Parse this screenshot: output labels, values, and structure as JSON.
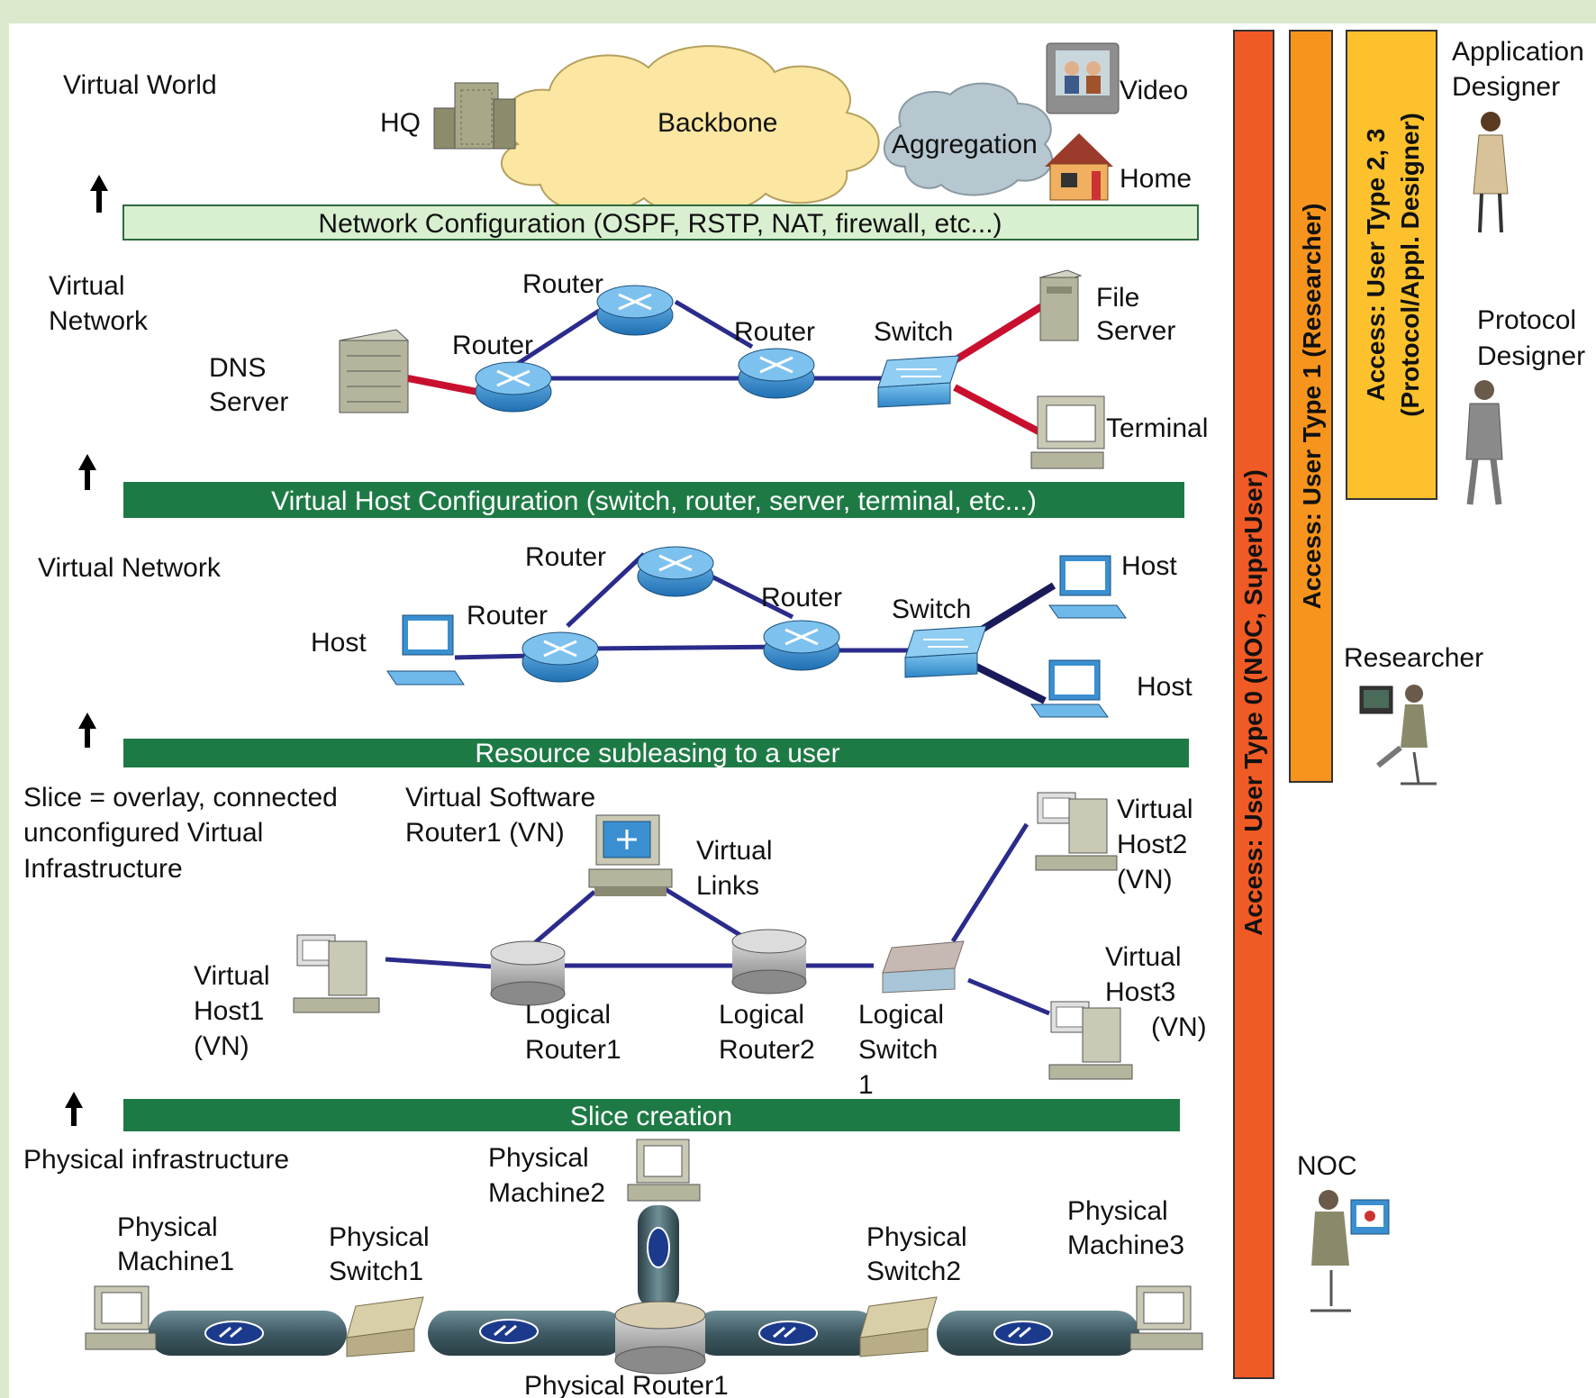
{
  "colors": {
    "page_bg": "#dce8cc",
    "panel_bg": "#ffffff",
    "light_bar": "#d9f0d0",
    "dark_bar": "#1e7a45",
    "access0": "#f05a24",
    "access1": "#f7941d",
    "access23": "#fcc12d",
    "link_blue": "#2b2b8c",
    "link_red": "#c8102e",
    "router_blue": "#3a8fd0",
    "cloud_yellow": "#fbe7a1",
    "cloud_gray": "#b7c7d0"
  },
  "virtual_world": {
    "title": "Virtual World",
    "hq": "HQ",
    "backbone": "Backbone",
    "aggregation": "Aggregation",
    "video": "Video",
    "home": "Home"
  },
  "bars": {
    "network_config": "Network Configuration (OSPF, RSTP, NAT, firewall, etc...)",
    "host_config": "Virtual Host Configuration (switch, router, server, terminal, etc...)",
    "subleasing": "Resource subleasing to a user",
    "slice_creation": "Slice creation"
  },
  "configured_network": {
    "title_line1": "Virtual",
    "title_line2": "Network",
    "dns_line1": "DNS",
    "dns_line2": "Server",
    "router_a": "Router",
    "router_b": "Router",
    "router_c": "Router",
    "switch": "Switch",
    "file_line1": "File",
    "file_line2": "Server",
    "terminal": "Terminal"
  },
  "host_network": {
    "title": "Virtual Network",
    "host_left": "Host",
    "router_a": "Router",
    "router_b": "Router",
    "router_c": "Router",
    "switch": "Switch",
    "host_top": "Host",
    "host_bottom": "Host"
  },
  "slice": {
    "desc_line1": "Slice = overlay, connected",
    "desc_line2": "unconfigured Virtual",
    "desc_line3": "Infrastructure",
    "vsr_line1": "Virtual Software",
    "vsr_line2": "Router1 (VN)",
    "vlinks_line1": "Virtual",
    "vlinks_line2": "Links",
    "vhost1_line1": "Virtual",
    "vhost1_line2": "Host1",
    "vhost1_line3": "(VN)",
    "lr1_line1": "Logical",
    "lr1_line2": "Router1",
    "lr2_line1": "Logical",
    "lr2_line2": "Router2",
    "ls_line1": "Logical",
    "ls_line2": "Switch",
    "ls_line3": "1",
    "vhost2_line1": "Virtual",
    "vhost2_line2": "Host2",
    "vhost2_line3": "(VN)",
    "vhost3_line1": "Virtual",
    "vhost3_line2": "Host3",
    "vhost3_line3": "(VN)"
  },
  "physical": {
    "title": "Physical infrastructure",
    "pm1_line1": "Physical",
    "pm1_line2": "Machine1",
    "ps1_line1": "Physical",
    "ps1_line2": "Switch1",
    "pm2_line1": "Physical",
    "pm2_line2": "Machine2",
    "ps2_line1": "Physical",
    "ps2_line2": "Switch2",
    "pm3_line1": "Physical",
    "pm3_line2": "Machine3",
    "router": "Physical Router1"
  },
  "access": {
    "type0": "Access: User Type 0 (NOC, SuperUser)",
    "type1": "Access: User Type 1 (Researcher)",
    "type23_line1": "Access: User Type 2, 3",
    "type23_line2": "(Protocol/Appl. Designer)"
  },
  "users": {
    "app_line1": "Application",
    "app_line2": "Designer",
    "proto_line1": "Protocol",
    "proto_line2": "Designer",
    "researcher": "Researcher",
    "noc": "NOC"
  }
}
